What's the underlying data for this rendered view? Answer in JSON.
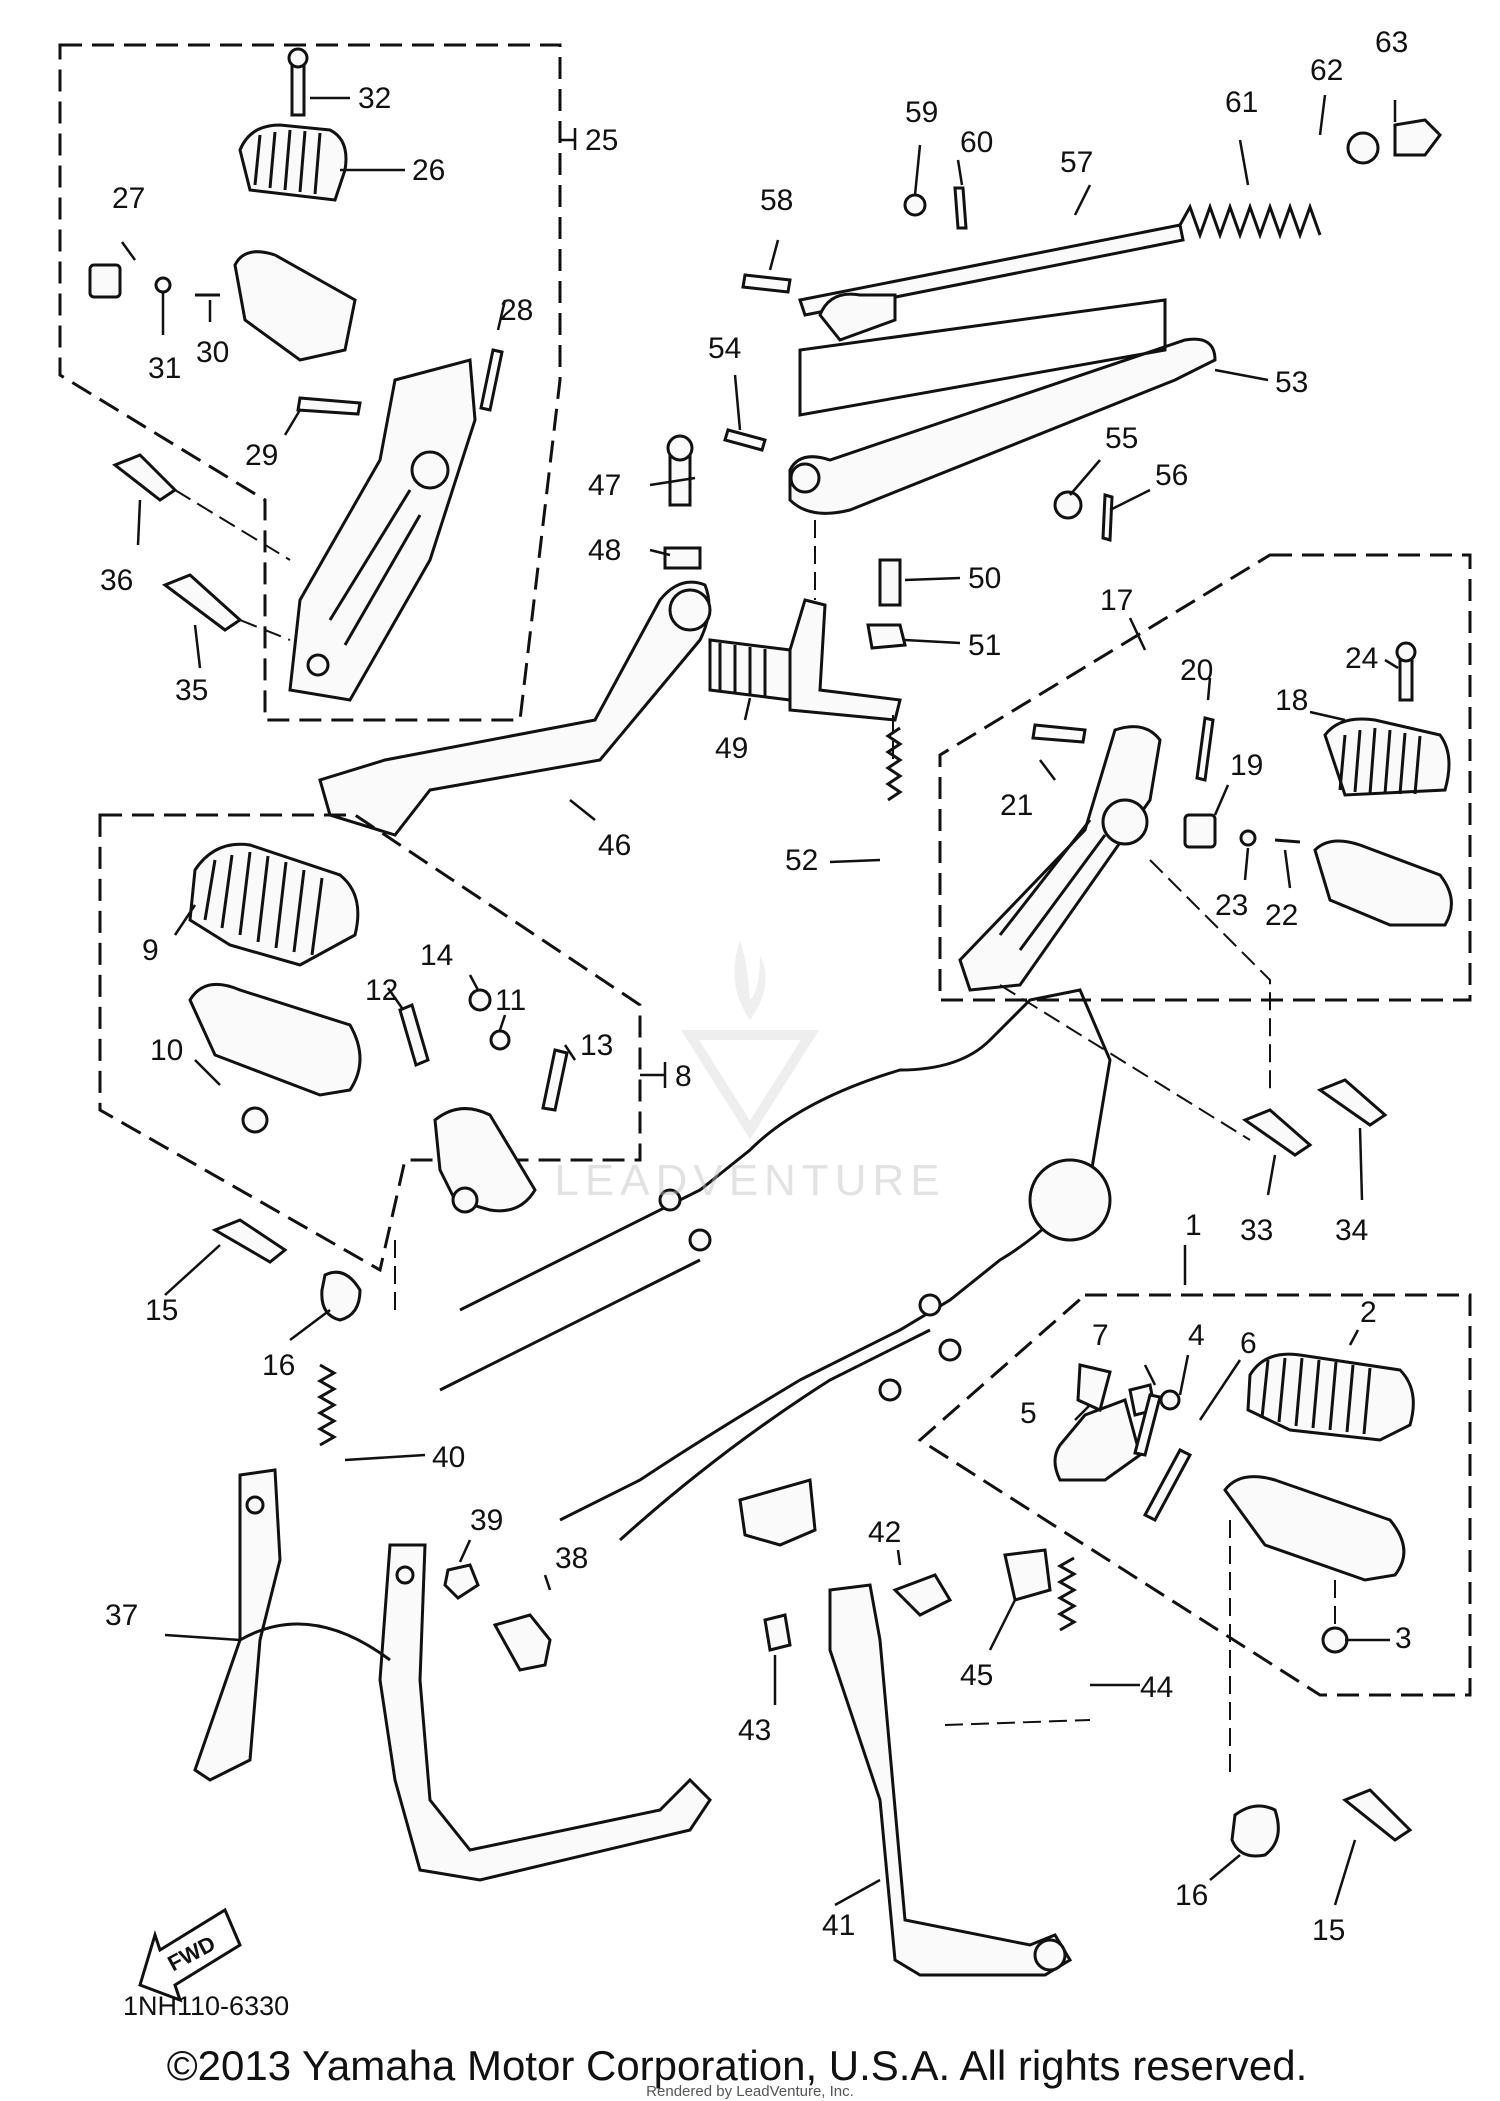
{
  "diagram": {
    "drawing_number": "1NH110-6330",
    "copyright": "©2013 Yamaha Motor Corporation, U.S.A. All rights reserved.",
    "rendered_by": "Rendered by LeadVenture, Inc.",
    "watermark": "LEADVENTURE",
    "fwd_label": "FWD"
  },
  "callouts": [
    "1",
    "2",
    "3",
    "4",
    "5",
    "6",
    "7",
    "8",
    "9",
    "10",
    "11",
    "12",
    "13",
    "14",
    "15",
    "16",
    "17",
    "18",
    "19",
    "20",
    "21",
    "22",
    "23",
    "24",
    "25",
    "26",
    "27",
    "28",
    "29",
    "30",
    "31",
    "32",
    "33",
    "34",
    "35",
    "36",
    "37",
    "38",
    "39",
    "40",
    "41",
    "42",
    "43",
    "44",
    "45",
    "46",
    "47",
    "48",
    "49",
    "50",
    "51",
    "52",
    "53",
    "54",
    "55",
    "56",
    "57",
    "58",
    "59",
    "60",
    "61",
    "62",
    "63",
    "15",
    "16"
  ]
}
